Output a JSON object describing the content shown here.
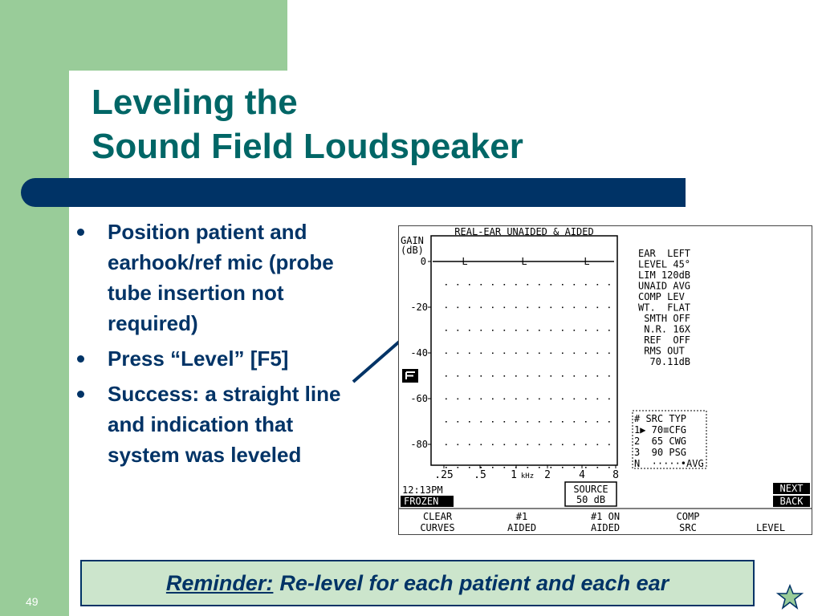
{
  "slide": {
    "title_line1": "Leveling the",
    "title_line2": "Sound Field Loudspeaker",
    "bullets": [
      "Position patient and earhook/ref mic (probe tube insertion not required)",
      "Press “Level” [F5]",
      "Success: a straight line and indication that system was leveled"
    ],
    "reminder_label": "Reminder:",
    "reminder_text": "Re-level for each patient and each ear",
    "page_number": "49"
  },
  "analyzer": {
    "title": "REAL-EAR UNAIDED & AIDED",
    "y_label_1": "GAIN",
    "y_label_2": "(dB)",
    "y_ticks": [
      "0",
      "-20",
      "-40",
      "-60",
      "-80"
    ],
    "x_ticks": [
      ".25",
      ".5",
      "1",
      "2",
      "4",
      "8"
    ],
    "x_unit": "kHz",
    "curve_marker": "L",
    "settings": [
      "EAR  LEFT",
      "LEVEL 45°",
      "LIM 120dB",
      "UNAID AVG",
      "COMP LEV",
      "WT.  FLAT",
      " SMTH OFF",
      " N.R. 16X",
      " REF  OFF",
      " RMS OUT",
      "  70.11dB"
    ],
    "source_table": [
      "# SRC TYP",
      "1▶ 70≡CFG",
      "2  65 CWG",
      "3  90 PSG",
      "N  ·····•AVG"
    ],
    "time": "12:13PM",
    "frozen": "FROZEN",
    "source_box_line1": "SOURCE",
    "source_box_line2": "50 dB",
    "next": "NEXT",
    "back": "BACK",
    "menu": [
      {
        "l1": "CLEAR",
        "l2": "CURVES"
      },
      {
        "l1": "#1",
        "l2": "AIDED"
      },
      {
        "l1": "#1 ON",
        "l2": "AIDED"
      },
      {
        "l1": "COMP",
        "l2": "SRC"
      },
      {
        "l1": "",
        "l2": "LEVEL"
      }
    ]
  },
  "colors": {
    "green": "#99cc99",
    "navy": "#003366",
    "teal": "#006666",
    "reminder_bg": "#cce5cc"
  }
}
